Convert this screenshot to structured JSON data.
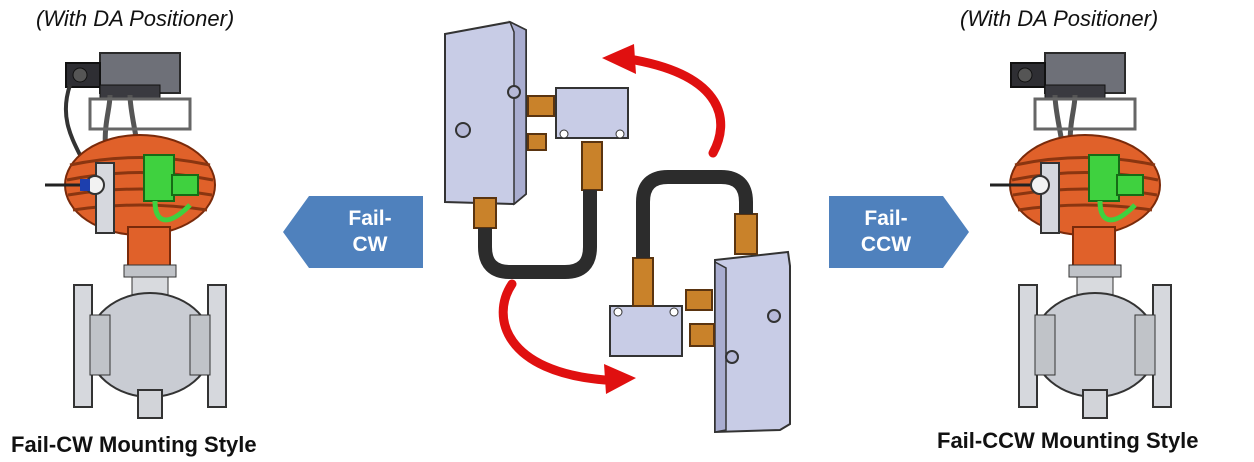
{
  "left": {
    "note": "(With DA Positioner)",
    "label": "Fail-CW Mounting Style",
    "arrow_line1": "Fail-",
    "arrow_line2": "CW"
  },
  "right": {
    "note": "(With DA Positioner)",
    "label": "Fail-CCW Mounting Style",
    "arrow_line1": "Fail-",
    "arrow_line2": "CCW"
  },
  "colors": {
    "arrow_blue": "#4f81bd",
    "rotation_red": "#e01010",
    "actuator_orange": "#e0612a",
    "solenoid_green": "#3fd13f",
    "valve_gray": "#c9ccd3",
    "box_lavender": "#c8cce6",
    "fitting_bronze": "#c9822a"
  },
  "icons": {
    "left_valve": "ball-valve-assembly-icon",
    "right_valve": "ball-valve-assembly-icon",
    "center": "positioner-box-rotation-icon"
  }
}
